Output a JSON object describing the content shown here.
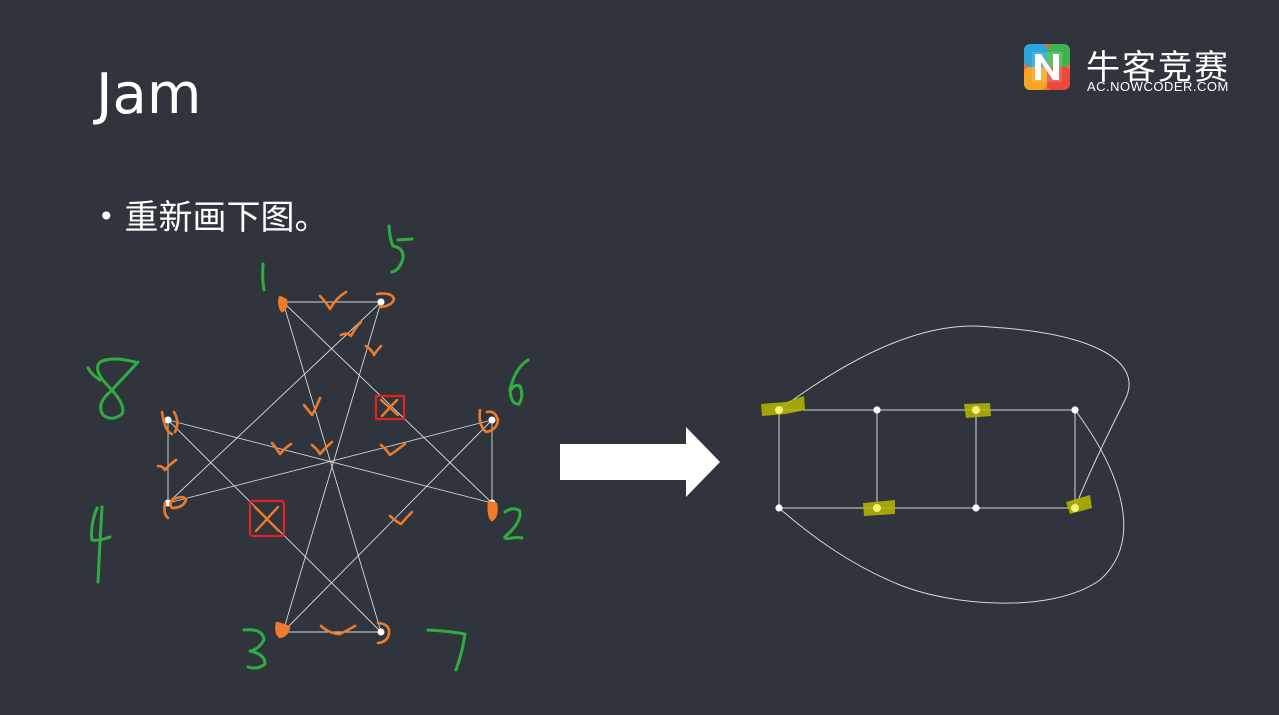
{
  "slide": {
    "title": "Jam",
    "bullet": "重新画下图。"
  },
  "logo": {
    "name": "牛客竞赛",
    "url": "AC.NOWCODER.COM",
    "icon": "nowcoder-logo-icon",
    "colors": [
      "#f26b38",
      "#2aa6d8",
      "#3fb34f",
      "#f5a623",
      "#e84a3b"
    ]
  },
  "annotations": {
    "vertex_labels": [
      "1",
      "5",
      "6",
      "2",
      "7",
      "3",
      "4",
      "8"
    ]
  },
  "colors": {
    "background": "#30353d",
    "edge": "#d8d8d8",
    "orange_mark": "#ef7b2a",
    "green_mark": "#2fae3f",
    "red_box": "#e0231c",
    "highlight": "#b8b800"
  }
}
